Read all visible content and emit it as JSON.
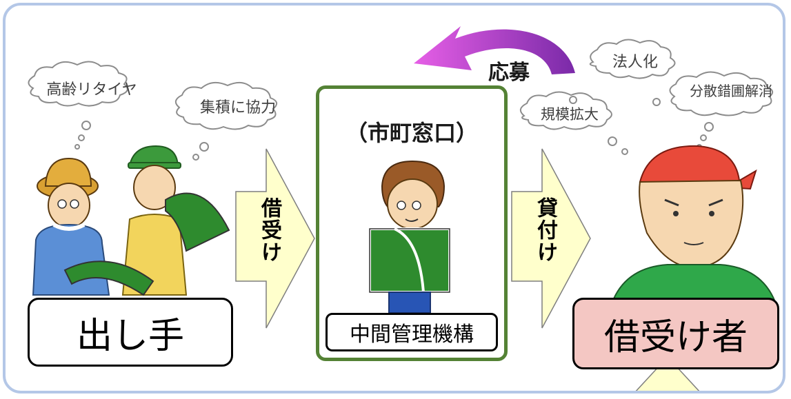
{
  "thought_bubbles": {
    "elderly_retire": "高齢リタイヤ",
    "cooperate": "集積に協力",
    "incorporate": "法人化",
    "scale_up": "規模拡大",
    "consolidate": "分散錯圃解消"
  },
  "apply_label": "応募",
  "window_label": "（市町窓口）",
  "arrows": {
    "borrow": "借受け",
    "lend": "貸付け"
  },
  "boxes": {
    "lender": "出し手",
    "intermediary": "中間管理機構",
    "borrower": "借受け者"
  },
  "colors": {
    "frame_border": "#b4c7e7",
    "intermediary_border": "#548235",
    "arrow_fill": "#ffffcc",
    "borrower_box_fill": "#f4c7c3",
    "apply_arrow": "#e05fe0",
    "field_green": "#2e8b2e"
  }
}
